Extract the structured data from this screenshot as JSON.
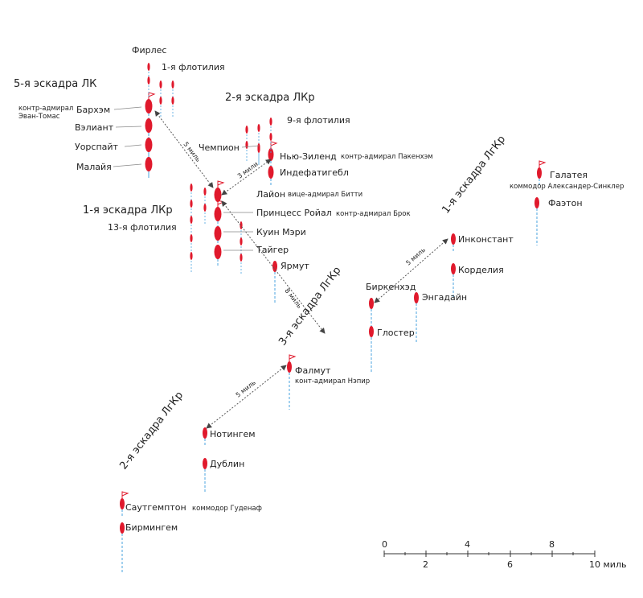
{
  "squadrons": {
    "bs5": "5-я эскадра ЛК",
    "bc2": "2-я эскадра ЛКр",
    "bc1": "1-я эскадра ЛКр",
    "lc1": "1-я эскадра ЛгКр",
    "lc3": "3-я эскадра ЛгКр",
    "lc2": "2-я эскадра ЛгКр"
  },
  "flotillas": {
    "f1": "1-я флотилия",
    "f9": "9-я флотилия",
    "f13": "13-я флотилия"
  },
  "ships": {
    "fearless": "Фирлес",
    "barham": "Бархэм",
    "valiant": "Вэлиант",
    "warspite": "Уорспайт",
    "malaya": "Малайя",
    "champion": "Чемпион",
    "new_zealand": "Нью-Зиленд",
    "indefatigable": "Индефатигебл",
    "lion": "Лайон",
    "princess_royal": "Принцесс Ройал",
    "queen_mary": "Куин Мэри",
    "tiger": "Тайгер",
    "yarmouth": "Ярмут",
    "galatea": "Галатея",
    "phaeton": "Фаэтон",
    "inconstant": "Инконстант",
    "cordelia": "Корделия",
    "birkenhead": "Биркенхэд",
    "engadine": "Энгадайн",
    "gloucester": "Глостер",
    "falmouth": "Фалмут",
    "nottingham": "Нотингем",
    "dublin": "Дублин",
    "southampton": "Саутгемптон",
    "birmingham": "Бирмингем"
  },
  "commanders": {
    "evan_thomas_1": "контр-адмирал",
    "evan_thomas_2": "Эван-Томас",
    "pakenham": "контр-адмирал Пакенхэм",
    "beatty": "вице-адмирал Битти",
    "brock": "контр-адмирал Брок",
    "sinclair": "коммодор Александер-Синклер",
    "napier": "конт-адмирал Нэпир",
    "goodenough": "коммодор Гуденаф"
  },
  "distances": {
    "d1": "5 миль",
    "d2": "3 мили",
    "d3": "5 миль",
    "d4": "8 миль",
    "d5": "5 миль"
  },
  "scale": {
    "t0": "0",
    "t2": "2",
    "t4": "4",
    "t6": "6",
    "t8": "8",
    "t10": "10 миль"
  },
  "colors": {
    "ship": "#e0192c",
    "flag": "#e0192c",
    "wake": "#4aa3df",
    "line": "#555555"
  }
}
